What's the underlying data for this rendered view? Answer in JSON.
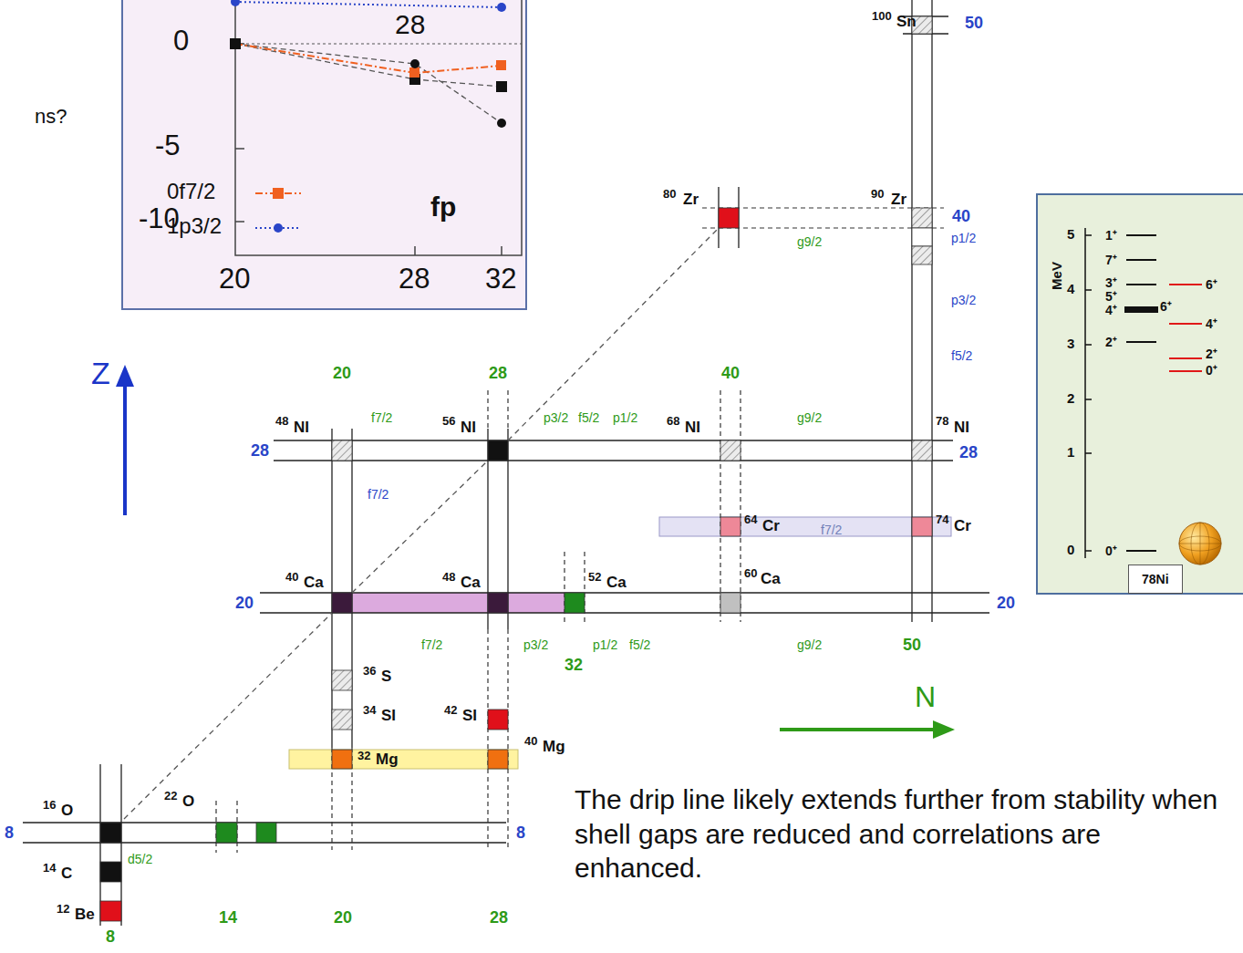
{
  "diagram": {
    "nodes": [
      {
        "text": [
          "fp"
        ]
      },
      {
        "text": [
          "MeV"
        ]
      },
      {
        "text": [
          "78Ni"
        ],
        "in": 1
      }
    ],
    "labels": [
      "ns?",
      "28",
      "0",
      "-5",
      "-10",
      "20",
      "28",
      "32",
      "100",
      "Sn",
      "50",
      "80",
      "Zr",
      "90",
      "Zr",
      "40",
      "g9/2",
      "p1/2",
      "p3/2",
      "f5/2",
      "20",
      "28",
      "40",
      "48",
      "NI",
      "f7/2",
      "56",
      "NI",
      "p3/2",
      "f5/2",
      "p1/2",
      "68",
      "NI",
      "g9/2",
      "78",
      "NI",
      "28",
      "28",
      "f7/2",
      "64",
      "Cr",
      "f7/2",
      "74",
      "Cr",
      "40",
      "Ca",
      "48",
      "Ca",
      "52",
      "Ca",
      "60",
      "Ca",
      "20",
      "20",
      "f7/2",
      "p3/2",
      "p1/2",
      "f5/2",
      "g9/2",
      "50",
      "32",
      "36",
      "S",
      "34",
      "SI",
      "32",
      "Mg",
      "42",
      "SI",
      "40",
      "Mg",
      "Z",
      "N",
      "The drip line likely extends further from stability when shell gaps are reduced and correlations are enhanced.",
      "16",
      "O",
      "22",
      "O",
      "8",
      "8",
      "14",
      "C",
      "d5/2",
      "12",
      "Be",
      "14",
      "20",
      "28",
      "8",
      "5",
      "4",
      "3",
      "2",
      "1",
      "0",
      "1⁺",
      "7⁺",
      "3⁺",
      "5⁺",
      "4⁺",
      "2⁺",
      "6⁺",
      "6⁺",
      "4⁺",
      "2⁺",
      "0⁺",
      "0⁺"
    ],
    "legend": [
      {
        "text": "0f7/2"
      },
      {
        "text": "1p3/2"
      }
    ]
  }
}
